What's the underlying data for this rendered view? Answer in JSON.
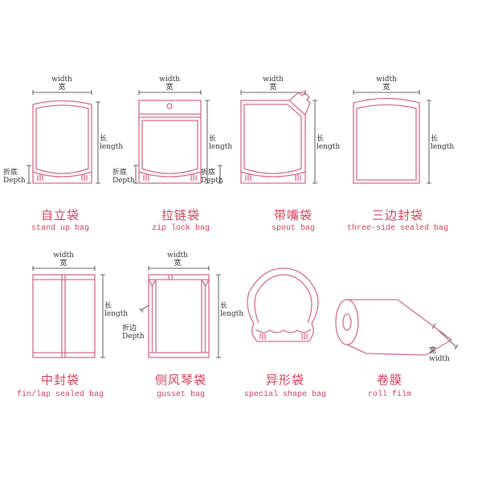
{
  "colors": {
    "outline": "#d56b86",
    "guide": "#333333",
    "label": "#d0405b"
  },
  "labels": {
    "width_en": "width",
    "width_cn": "宽",
    "length_cn": "长",
    "length_en": "length",
    "depth_cn": "折底",
    "depth_en": "Depth",
    "gusset_depth_cn": "折边",
    "gusset_depth_en": "Depth"
  },
  "bags": [
    {
      "name_cn": "自立袋",
      "name_en": "stand up bag",
      "icon": "stand-up-bag-icon"
    },
    {
      "name_cn": "拉链袋",
      "name_en": "zip lock bag",
      "icon": "zip-lock-bag-icon"
    },
    {
      "name_cn": "带嘴袋",
      "name_en": "spout bag",
      "icon": "spout-bag-icon"
    },
    {
      "name_cn": "三边封袋",
      "name_en": "three-side sealed bag",
      "icon": "three-side-sealed-bag-icon"
    },
    {
      "name_cn": "中封袋",
      "name_en": "fin/lap sealed bag",
      "icon": "fin-lap-sealed-bag-icon"
    },
    {
      "name_cn": "侧风琴袋",
      "name_en": "gusset bag",
      "icon": "gusset-bag-icon"
    },
    {
      "name_cn": "异形袋",
      "name_en": "special shape bag",
      "icon": "special-shape-bag-icon"
    },
    {
      "name_cn": "卷膜",
      "name_en": "roll film",
      "icon": "roll-film-icon"
    }
  ]
}
